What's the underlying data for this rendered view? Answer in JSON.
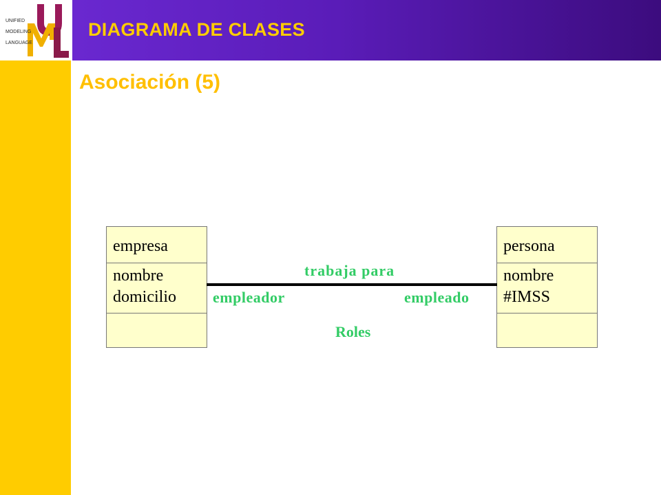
{
  "header": {
    "title": "DIAGRAMA DE CLASES"
  },
  "logo": {
    "line1": "UNIFIED",
    "line2": "MODELING",
    "line3": "LANGUAGE",
    "letters": [
      "U",
      "M",
      "L"
    ],
    "colors": {
      "U": "#9a1a5a",
      "M": "#f0b000",
      "L": "#8a1a4a"
    }
  },
  "slide": {
    "title": "Asociación (5)"
  },
  "diagram": {
    "classes": [
      {
        "name": "empresa",
        "attributes": [
          "nombre",
          "domicilio"
        ],
        "operations": []
      },
      {
        "name": "persona",
        "attributes": [
          "nombre",
          "#IMSS"
        ],
        "operations": []
      }
    ],
    "association": {
      "name": "trabaja para",
      "role_left": "empleador",
      "role_right": "empleado"
    },
    "caption": "Roles"
  },
  "colors": {
    "header_gradient_start": "#6a28d0",
    "header_gradient_end": "#3c0c7e",
    "header_title": "#ffcc00",
    "sidebar": "#ffcc00",
    "slide_title": "#ffbf00",
    "class_fill": "#ffffcc",
    "association_label": "#33cc66"
  }
}
